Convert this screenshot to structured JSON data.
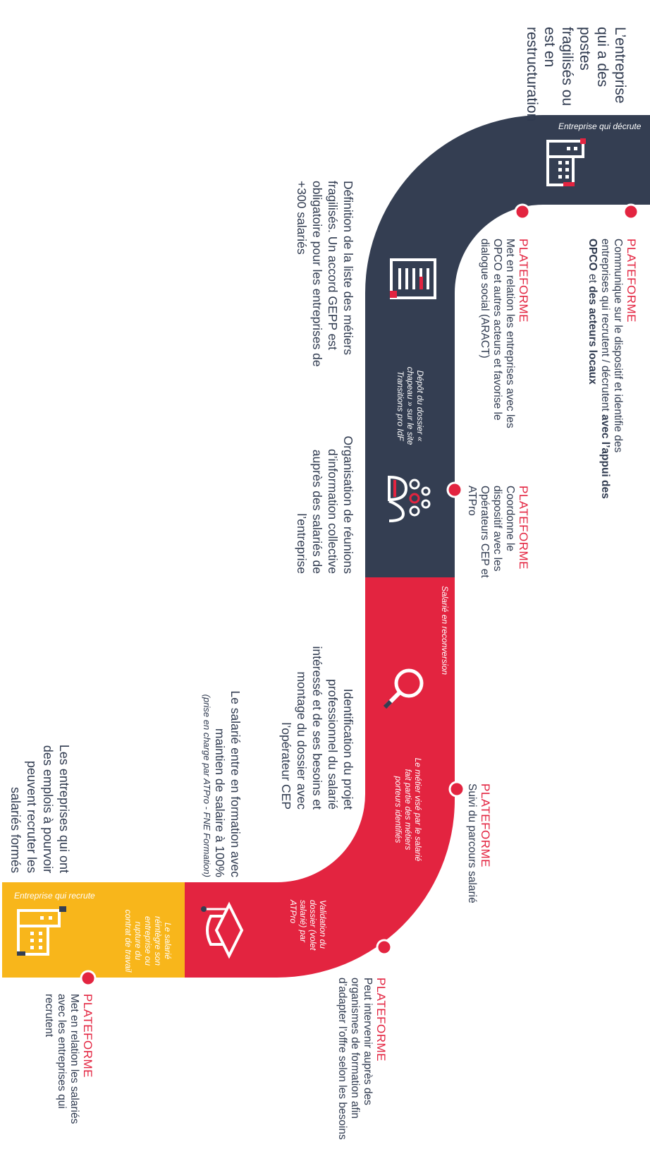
{
  "colors": {
    "navy": "#343e52",
    "red": "#e32440",
    "yellow": "#f8b61b",
    "text": "#2f3a4f",
    "white": "#ffffff"
  },
  "steps": {
    "start": "L’entreprise qui a des postes fragilisés ou est en restructuration",
    "definition": "Définition de la liste des métiers fragilisés. Un accord GEPP est obligatoire pour les entreprises de +300 salariés",
    "organisation": "Organisation de réunions d’information collective auprès des salariés de l’entreprise",
    "identification": "Identification du projet professionnel du salarié intéressé et de ses besoins et montage du dossier avec l’opérateur CEP",
    "formation": "Le salarié entre en formation avec maintien de salaire à 100%",
    "formation_note": "(prise en charge par ATPro - FNE Formation)",
    "recruit": "Les entreprises qui  ont des emplois à pourvoir peuvent recruter les salariés formés"
  },
  "road_labels": {
    "decrute": "Entreprise qui décrute",
    "depot": "Dépôt du dossier « chapeau » sur le site Transitions pro IdF",
    "reconversion": "Salarié en reconversion",
    "metier": "Le métier visé par le salarié fait partie des métiers porteurs identifiés",
    "validation": "Validation du dossier (volet salarié) par ATPro",
    "reintegre": "Le salarié réintègre son entreprise ou rupture du contrat de travail",
    "recrute": "Entreprise qui recrute"
  },
  "platforms": [
    {
      "title": "PLATEFORME",
      "body_a": "Communique sur le dispositif et identifie des entreprises qui recrutent / décrutent ",
      "body_b": "avec l’appui des OPCO",
      "body_c": " et ",
      "body_d": "des acteurs locaux"
    },
    {
      "title": "PLATEFORME",
      "body": "Met en relation les entreprises avec les OPCO et autres acteurs et favorise le dialogue social (ARACT)"
    },
    {
      "title": "PLATEFORME",
      "body": "Coordonne le dispositif avec les Opérateurs CEP et ATPro"
    },
    {
      "title": "PLATEFORME",
      "body": "Suivi du parcours salarié"
    },
    {
      "title": "PLATEFORME",
      "body": "Peut intervenir auprès des organismes de formation afin d’adapter l’offre selon les besoins"
    },
    {
      "title": "PLATEFORME",
      "body": "Met en relation les salariés avec les entreprises qui recrutent"
    }
  ],
  "icons": [
    "building-icon",
    "list-icon",
    "group-icon",
    "magnifier-icon",
    "graduation-cap-icon",
    "building-icon"
  ]
}
